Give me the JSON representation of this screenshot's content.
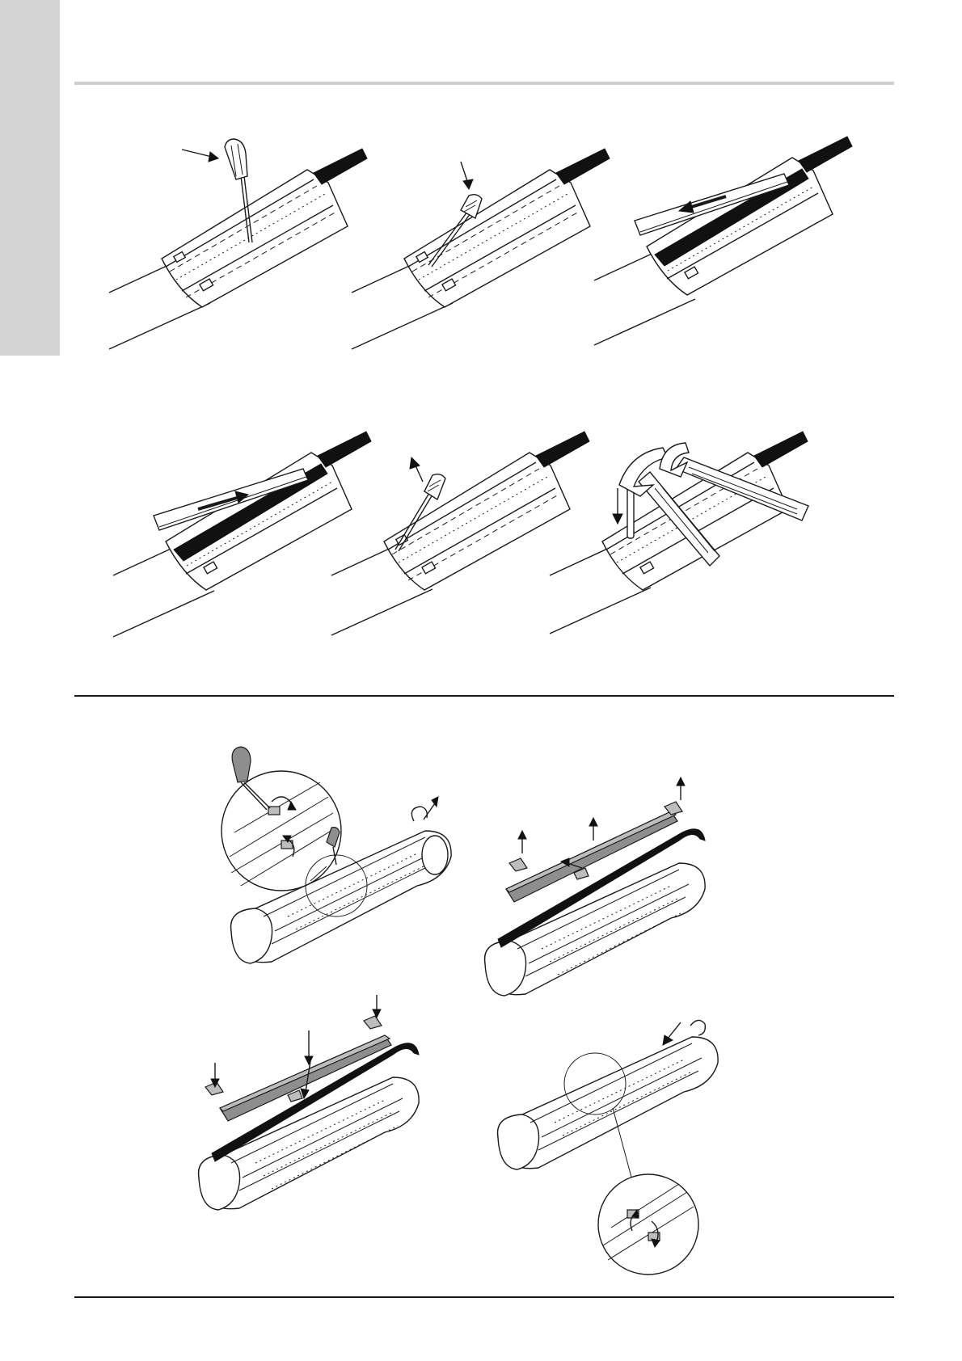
{
  "page": {
    "illustrations_top": [
      "step-1",
      "step-2",
      "step-3",
      "step-4",
      "step-5",
      "step-6"
    ],
    "illustrations_bottom": [
      "step-a",
      "step-b",
      "step-c",
      "step-d"
    ]
  },
  "icons": {
    "screwdriver": "screwdriver-icon",
    "hammer": "hammer-icon",
    "arrow": "arrow-icon",
    "rotate_arrow": "rotate-arrow-icon",
    "magnifier_circle": "detail-circle-icon"
  }
}
